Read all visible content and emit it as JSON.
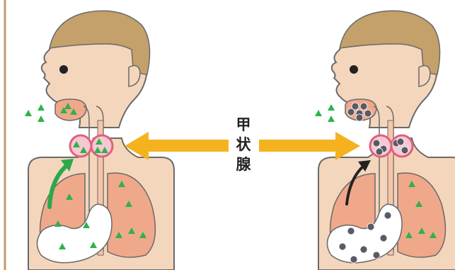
{
  "center_label": [
    "甲",
    "状",
    "腺"
  ],
  "colors": {
    "background": "#ffffff",
    "frame_line": "#c49a6c",
    "hair": "#c4a06a",
    "skin": "#f4d6bd",
    "outline": "#6a6a6a",
    "lung": "#f0a88a",
    "stomach": "#ffffff",
    "esophagus": "#f8c4a8",
    "thyroid_fill": "#f6c8d4",
    "thyroid_stroke": "#e0607a",
    "arrow": "#f5b21f",
    "particle_green": "#2fb24a",
    "particle_gray": "#5a5a66",
    "green_arrow": "#2ca84a",
    "black_arrow": "#222222"
  },
  "figures": [
    {
      "id": "left-figure",
      "particles": "green-triangles",
      "icon": "green-triangle-icon"
    },
    {
      "id": "right-figure",
      "particles": "gray-dots",
      "icon": "gray-dot-icon"
    }
  ]
}
